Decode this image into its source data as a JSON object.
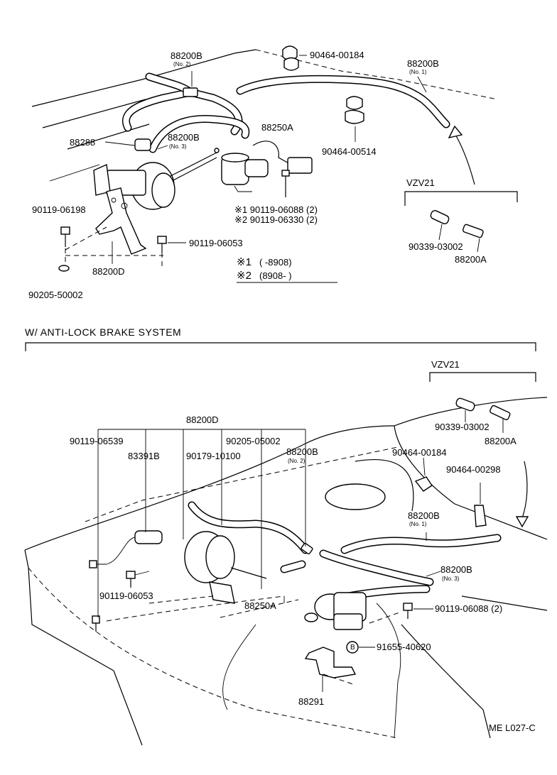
{
  "upper_section": {
    "labels": {
      "hose_no2": "88200B",
      "hose_no2_sub": "(No. 2)",
      "clamp_top": "90464-00184",
      "hose_no1": "88200B",
      "hose_no1_sub": "(No. 1)",
      "part_88288": "88288",
      "hose_no3": "88200B",
      "hose_no3_sub": "(No. 3)",
      "valve_88250a": "88250A",
      "clamp_mid": "90464-00514",
      "bolt_06198": "90119-06198",
      "bolt_06088": "※1 90119-06088 (2)",
      "bolt_06330": "※2 90119-06330 (2)",
      "bolt_06053": "90119-06053",
      "bracket_88200d": "88200D",
      "washer_50002": "90205-50002",
      "plug_03002": "90339-03002",
      "fitting_88200a": "88200A",
      "vzv21": "VZV21"
    },
    "notes": {
      "note1_mark": "※1",
      "note1_range": "(        -8908)",
      "note2_mark": "※2",
      "note2_range": "(8908-        )"
    }
  },
  "lower_section": {
    "header": "W/ ANTI-LOCK  BRAKE  SYSTEM",
    "labels": {
      "vzv21": "VZV21",
      "bracket_88200d": "88200D",
      "bolt_06539": "90119-06539",
      "washer_05002": "90205-05002",
      "switch_83391b": "83391B",
      "bolt_10100": "90179-10100",
      "hose_no2": "88200B",
      "hose_no2_sub": "(No. 2)",
      "plug_03002": "90339-03002",
      "fitting_88200a": "88200A",
      "clamp_00184": "90464-00184",
      "clamp_00298": "90464-00298",
      "hose_no1": "88200B",
      "hose_no1_sub": "(No. 1)",
      "hose_no3": "88200B",
      "hose_no3_sub": "(No. 3)",
      "bolt_06053": "90119-06053",
      "valve_88250a": "88250A",
      "bolt_06088": "90119-06088 (2)",
      "nut_marker": "B",
      "nut_40620": "91655-40620",
      "bracket_88291": "88291"
    }
  },
  "footer": {
    "code": "ME L027-C"
  }
}
